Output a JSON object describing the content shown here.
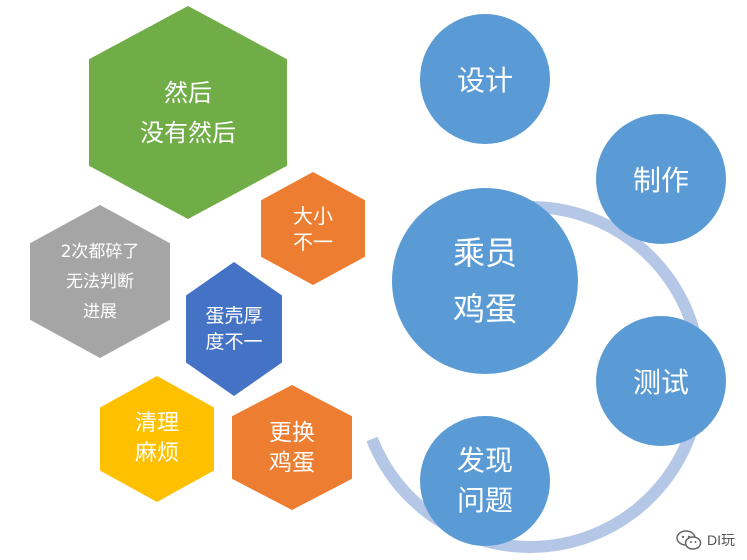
{
  "colors": {
    "green": "#70ad47",
    "orange": "#ed7d31",
    "gray": "#a5a5a5",
    "blue_dark": "#4472c4",
    "yellow": "#ffc000",
    "circle_blue": "#5b9bd5",
    "ring": "#b4c7e7"
  },
  "hexagons": [
    {
      "id": "then",
      "lines": [
        "然后",
        "没有然后"
      ],
      "color": "green"
    },
    {
      "id": "size",
      "lines": [
        "大小",
        "不一"
      ],
      "color": "orange"
    },
    {
      "id": "broken",
      "lines": [
        "2次都碎了",
        "无法判断",
        "进展"
      ],
      "color": "gray"
    },
    {
      "id": "shell",
      "lines": [
        "蛋壳厚",
        "度不一"
      ],
      "color": "blue_dark"
    },
    {
      "id": "cleanup",
      "lines": [
        "清理",
        "麻烦"
      ],
      "color": "yellow"
    },
    {
      "id": "replace",
      "lines": [
        "更换",
        "鸡蛋"
      ],
      "color": "orange"
    }
  ],
  "cycle": {
    "center": [
      "乘员",
      "鸡蛋"
    ],
    "steps": [
      {
        "id": "design",
        "lines": [
          "设计"
        ]
      },
      {
        "id": "make",
        "lines": [
          "制作"
        ]
      },
      {
        "id": "test",
        "lines": [
          "测试"
        ]
      },
      {
        "id": "issues",
        "lines": [
          "发现",
          "问题"
        ]
      }
    ]
  },
  "watermark": {
    "text": "DI玩",
    "icon": "wechat-icon"
  }
}
